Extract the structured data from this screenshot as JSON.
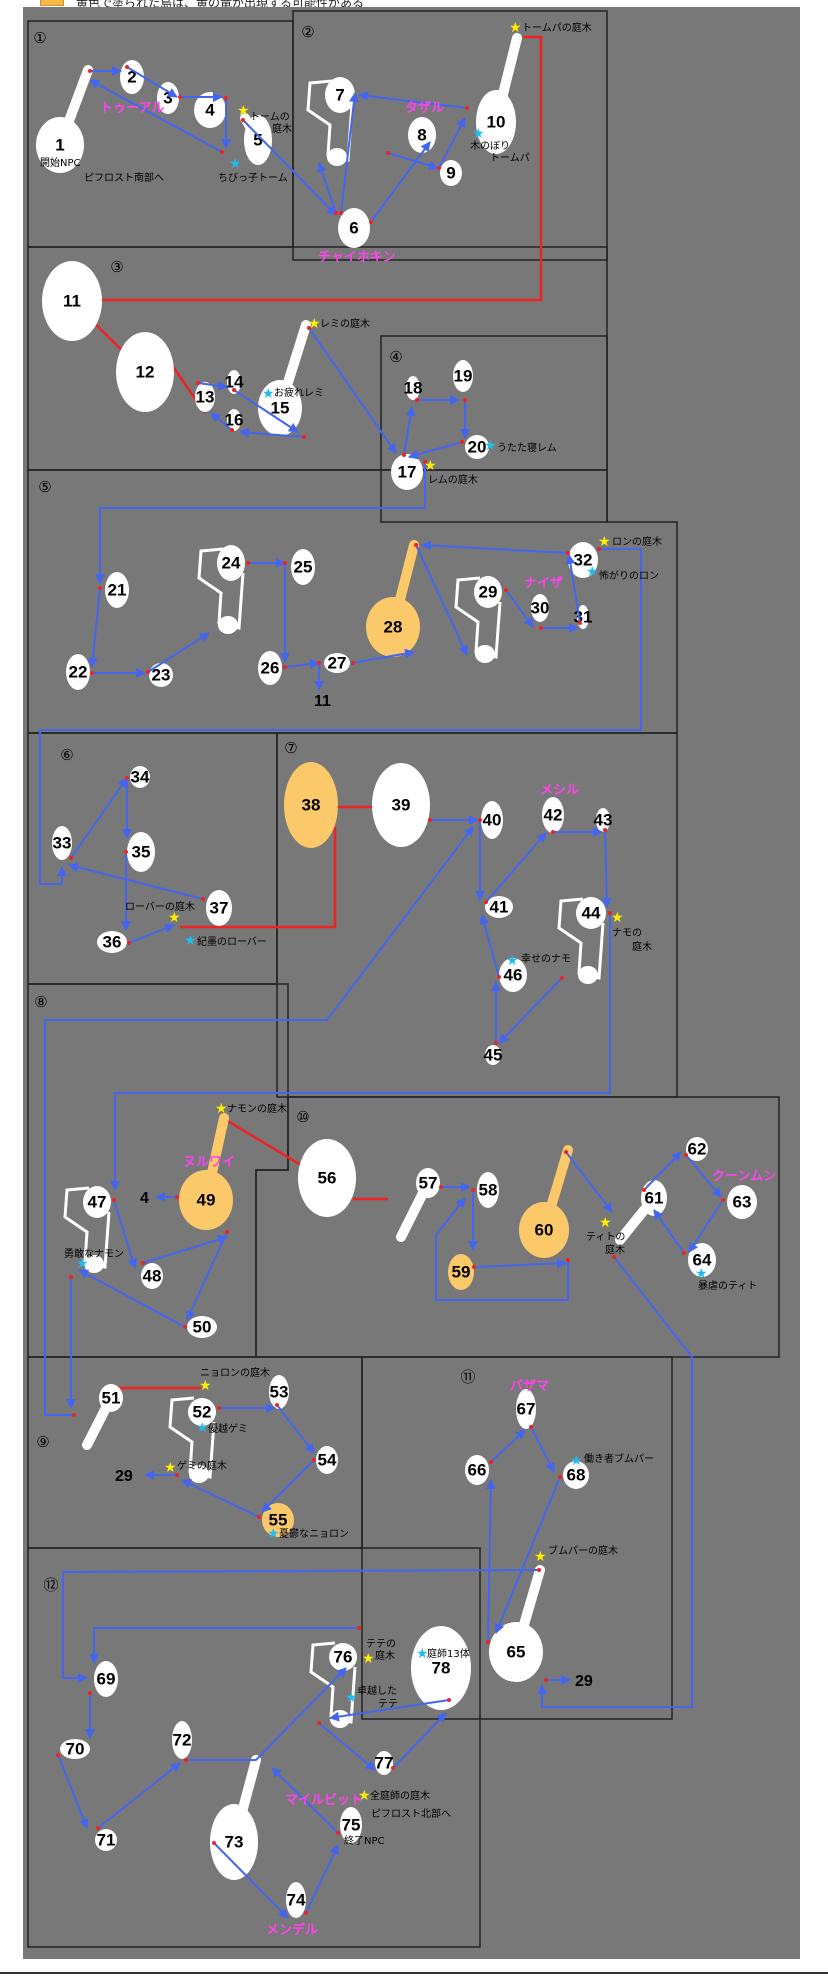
{
  "header": {
    "text": "黄色で塗られた島は、黄の竜が出現する可能性がある"
  },
  "colors": {
    "background": "#787878",
    "island": "#ffffff",
    "yellow_island": "#fcc96a",
    "arrow": "#4466ee",
    "red_line": "#ee2222",
    "name": "#ff44ee",
    "tree_star": "#ffee00",
    "npc_star": "#22bbee"
  },
  "sections": [
    "①",
    "②",
    "③",
    "④",
    "⑤",
    "⑥",
    "⑦",
    "⑧",
    "⑨",
    "⑩",
    "⑪",
    "⑫"
  ],
  "islands": [
    {
      "n": "1",
      "yellow": false
    },
    {
      "n": "2",
      "yellow": false
    },
    {
      "n": "3",
      "yellow": false
    },
    {
      "n": "4",
      "yellow": false
    },
    {
      "n": "5",
      "yellow": false
    },
    {
      "n": "6",
      "yellow": false
    },
    {
      "n": "7",
      "yellow": false
    },
    {
      "n": "8",
      "yellow": false
    },
    {
      "n": "9",
      "yellow": false
    },
    {
      "n": "10",
      "yellow": false
    },
    {
      "n": "11",
      "yellow": false
    },
    {
      "n": "12",
      "yellow": false
    },
    {
      "n": "13",
      "yellow": false
    },
    {
      "n": "14",
      "yellow": false
    },
    {
      "n": "15",
      "yellow": false
    },
    {
      "n": "16",
      "yellow": false
    },
    {
      "n": "17",
      "yellow": false
    },
    {
      "n": "18",
      "yellow": false
    },
    {
      "n": "19",
      "yellow": false
    },
    {
      "n": "20",
      "yellow": false
    },
    {
      "n": "21",
      "yellow": false
    },
    {
      "n": "22",
      "yellow": false
    },
    {
      "n": "23",
      "yellow": false
    },
    {
      "n": "24",
      "yellow": false
    },
    {
      "n": "25",
      "yellow": false
    },
    {
      "n": "26",
      "yellow": false
    },
    {
      "n": "27",
      "yellow": false
    },
    {
      "n": "28",
      "yellow": true
    },
    {
      "n": "29",
      "yellow": false
    },
    {
      "n": "30",
      "yellow": false
    },
    {
      "n": "31",
      "yellow": false
    },
    {
      "n": "32",
      "yellow": false
    },
    {
      "n": "33",
      "yellow": false
    },
    {
      "n": "34",
      "yellow": false
    },
    {
      "n": "35",
      "yellow": false
    },
    {
      "n": "36",
      "yellow": false
    },
    {
      "n": "37",
      "yellow": false
    },
    {
      "n": "38",
      "yellow": true
    },
    {
      "n": "39",
      "yellow": false
    },
    {
      "n": "40",
      "yellow": false
    },
    {
      "n": "41",
      "yellow": false
    },
    {
      "n": "42",
      "yellow": false
    },
    {
      "n": "43",
      "yellow": false
    },
    {
      "n": "44",
      "yellow": false
    },
    {
      "n": "45",
      "yellow": false
    },
    {
      "n": "46",
      "yellow": false
    },
    {
      "n": "47",
      "yellow": false
    },
    {
      "n": "48",
      "yellow": false
    },
    {
      "n": "49",
      "yellow": true
    },
    {
      "n": "50",
      "yellow": false
    },
    {
      "n": "51",
      "yellow": false
    },
    {
      "n": "52",
      "yellow": false
    },
    {
      "n": "53",
      "yellow": false
    },
    {
      "n": "54",
      "yellow": false
    },
    {
      "n": "55",
      "yellow": true
    },
    {
      "n": "56",
      "yellow": false
    },
    {
      "n": "57",
      "yellow": false
    },
    {
      "n": "58",
      "yellow": false
    },
    {
      "n": "59",
      "yellow": true
    },
    {
      "n": "60",
      "yellow": true
    },
    {
      "n": "61",
      "yellow": false
    },
    {
      "n": "62",
      "yellow": false
    },
    {
      "n": "63",
      "yellow": false
    },
    {
      "n": "64",
      "yellow": false
    },
    {
      "n": "65",
      "yellow": false
    },
    {
      "n": "66",
      "yellow": false
    },
    {
      "n": "67",
      "yellow": false
    },
    {
      "n": "68",
      "yellow": false
    },
    {
      "n": "69",
      "yellow": false
    },
    {
      "n": "70",
      "yellow": false
    },
    {
      "n": "71",
      "yellow": false
    },
    {
      "n": "72",
      "yellow": false
    },
    {
      "n": "73",
      "yellow": false
    },
    {
      "n": "74",
      "yellow": false
    },
    {
      "n": "75",
      "yellow": false
    },
    {
      "n": "76",
      "yellow": false
    },
    {
      "n": "77",
      "yellow": false
    },
    {
      "n": "78",
      "yellow": false
    }
  ],
  "labels": [
    "開始NPC",
    "ピフロスト南部へ",
    "トームの",
    "庭木",
    "ちびっ子トーム",
    "トームパの庭木",
    "木のぼり",
    "トームパ",
    "レミの庭木",
    "お疲れレミ",
    "うたた寝レム",
    "レムの庭木",
    "ロンの庭木",
    "怖がりのロン",
    "ローバーの庭木",
    "紀墨のローバー",
    "幸せのナモ",
    "ナモの",
    "庭木",
    "ナモンの庭木",
    "勇敢なナモン",
    "ティトの",
    "庭木",
    "暴虐のティト",
    "ニョロンの庭木",
    "優越ゲミ",
    "ゲミの庭木",
    "憂鬱なニョロン",
    "働き者ブムパー",
    "ブムパーの庭木",
    "テテの",
    "庭木",
    "卓越した",
    "テテ",
    "庭師13体",
    "全庭師の庭木",
    "ピフロスト北部へ",
    "終了NPC"
  ],
  "names": [
    "トゥーアル",
    "タザル",
    "チャイホキン",
    "ナイザ",
    "メシル",
    "ヌルワイ",
    "クーンムン",
    "バザマ",
    "マイルビット",
    "メンデル"
  ],
  "refs": [
    "11",
    "4",
    "29",
    "29"
  ]
}
